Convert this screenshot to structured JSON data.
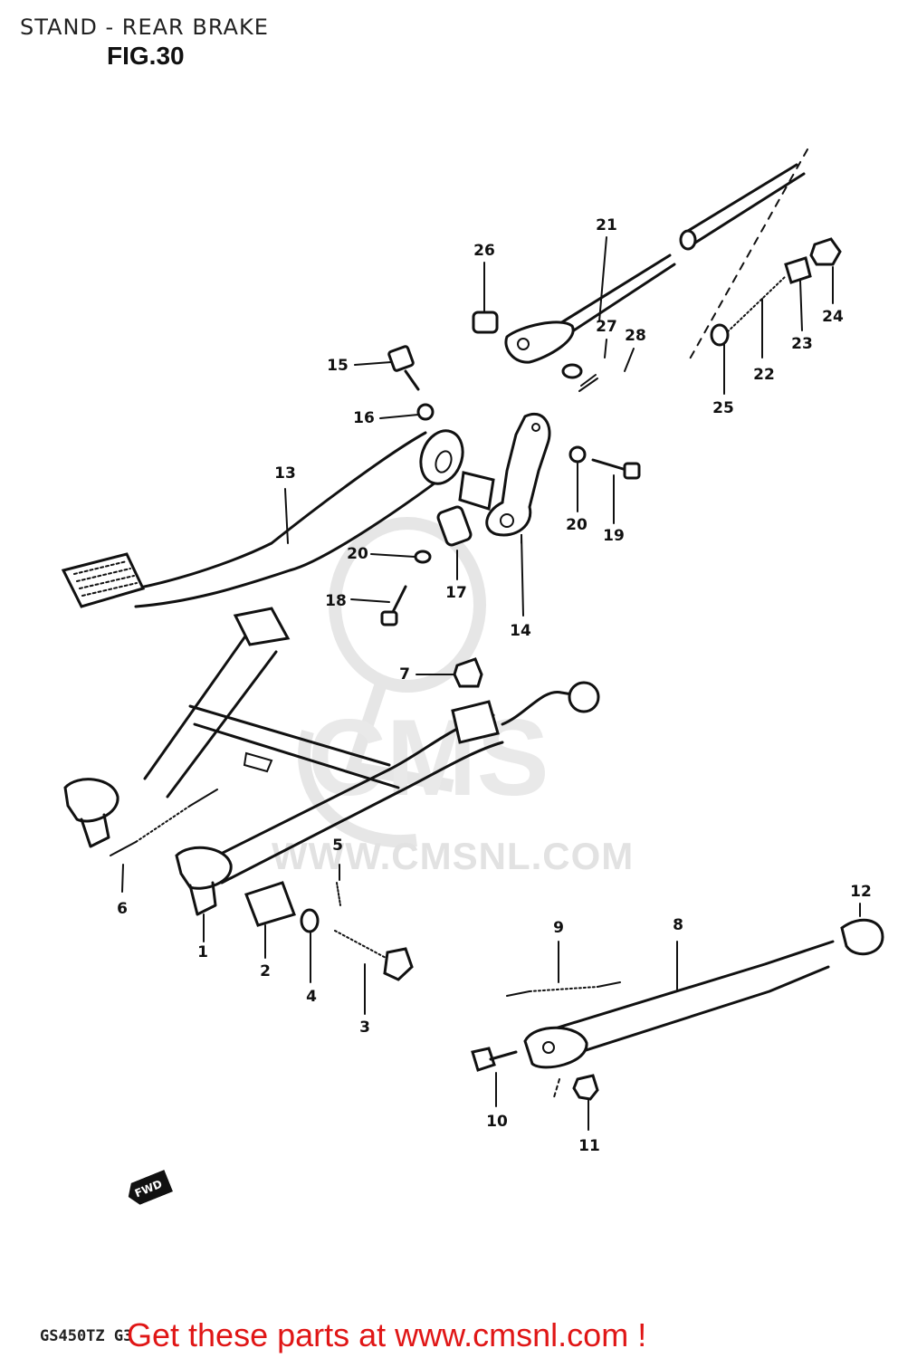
{
  "header": {
    "title": "STAND - REAR BRAKE",
    "figure_label": "FIG.30"
  },
  "watermark": {
    "url_text": "WWW.CMSNL.COM",
    "logo_text": "CMS"
  },
  "diagram": {
    "fwd_label": "FWD",
    "model_code": "GS450TZ G3",
    "callouts": [
      "1",
      "2",
      "3",
      "4",
      "5",
      "6",
      "7",
      "8",
      "9",
      "10",
      "11",
      "12",
      "13",
      "14",
      "15",
      "16",
      "17",
      "18",
      "19",
      "20",
      "20",
      "21",
      "22",
      "23",
      "24",
      "25",
      "26",
      "27",
      "28"
    ]
  },
  "footer": {
    "promo_text": "Get these parts at www.cmsnl.com !"
  },
  "colors": {
    "line_art": "#111111",
    "watermark": "#e2e2e2",
    "promo_link": "#e01616",
    "background": "#ffffff"
  }
}
